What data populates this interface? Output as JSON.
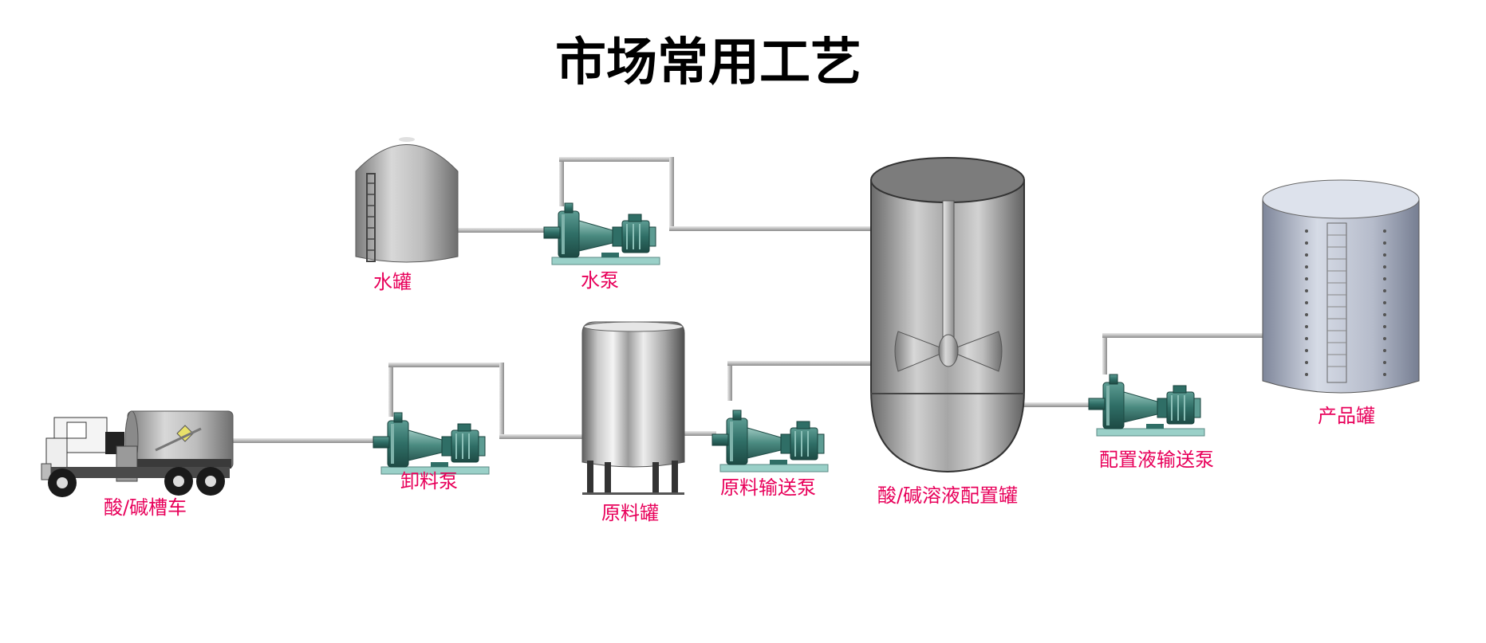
{
  "title": "市场常用工艺",
  "colors": {
    "label": "#e8005a",
    "pipe": "#b8b8b8",
    "pump_body": "#2e6b64",
    "pump_base": "#9ad0c8"
  },
  "labels": {
    "water_tank": "水罐",
    "water_pump": "水泵",
    "tanker_truck": "酸/碱槽车",
    "unload_pump": "卸料泵",
    "raw_tank": "原料罐",
    "raw_pump": "原料输送泵",
    "mix_tank": "酸/碱溶液配置罐",
    "mix_pump": "配置液输送泵",
    "product_tank": "产品罐"
  },
  "icons": [
    "tanker-truck-icon",
    "pump-icon",
    "water-tank-icon",
    "raw-material-tank-icon",
    "mixing-tank-icon",
    "agitator-icon",
    "product-tank-icon"
  ]
}
